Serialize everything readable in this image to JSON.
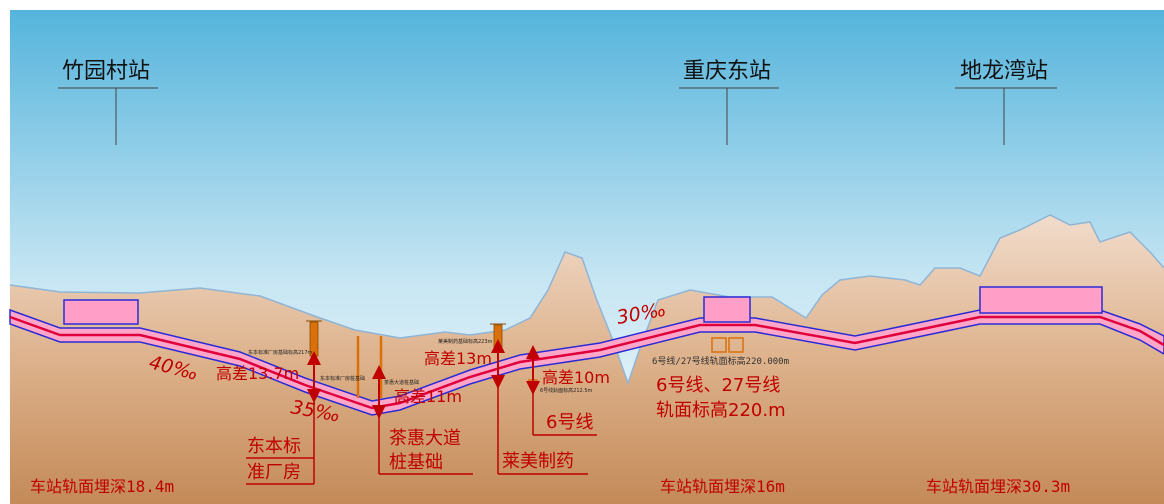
{
  "stations": {
    "left": "竹园村站",
    "middle": "重庆东站",
    "right": "地龙湾站"
  },
  "grades": {
    "g40": "40‰",
    "g35": "35‰",
    "g30": "30‰"
  },
  "height_diffs": {
    "dongben": "高差13.7m",
    "chahui": "高差11m",
    "laimei": "高差13m",
    "line6": "高差10m"
  },
  "structures": {
    "dongben_line1": "东本标",
    "dongben_line2": "准厂房",
    "chahui_line1": "茶惠大道",
    "chahui_line2": "桩基础",
    "laimei": "莱美制药",
    "line6": "6号线",
    "line6_27_line1": "6号线、27号线",
    "line6_27_line2": "轨面标高220.m"
  },
  "small_labels": {
    "dongben_elev": "东本标准厂房基础标高217m",
    "dongben_note": "东本标准厂房桩基础",
    "chahui_note": "茶惠大道桩基础",
    "laimei_elev": "莱美制药基础标高223m",
    "line6_elev": "6号线轨面标高212.5m",
    "line6_27_elev": "6号线/27号线轨面标高220.000m"
  },
  "depths": {
    "left": "车站轨面埋深18.4m",
    "middle": "车站轨面埋深16m",
    "right": "车站轨面埋深30.3m"
  },
  "colors": {
    "sky_top": "#55b4dc",
    "sky_bottom": "#f7fbfd",
    "ground_top": "#f2dccc",
    "ground_bottom": "#c48a58",
    "terrain_line": "#8fb5d6",
    "tunnel_fill": "#ffa6c9",
    "tunnel_outline": "#2b2bd6",
    "tunnel_center": "#e0003c",
    "annotation_red": "#c00000",
    "pile_orange": "#d9700a"
  }
}
